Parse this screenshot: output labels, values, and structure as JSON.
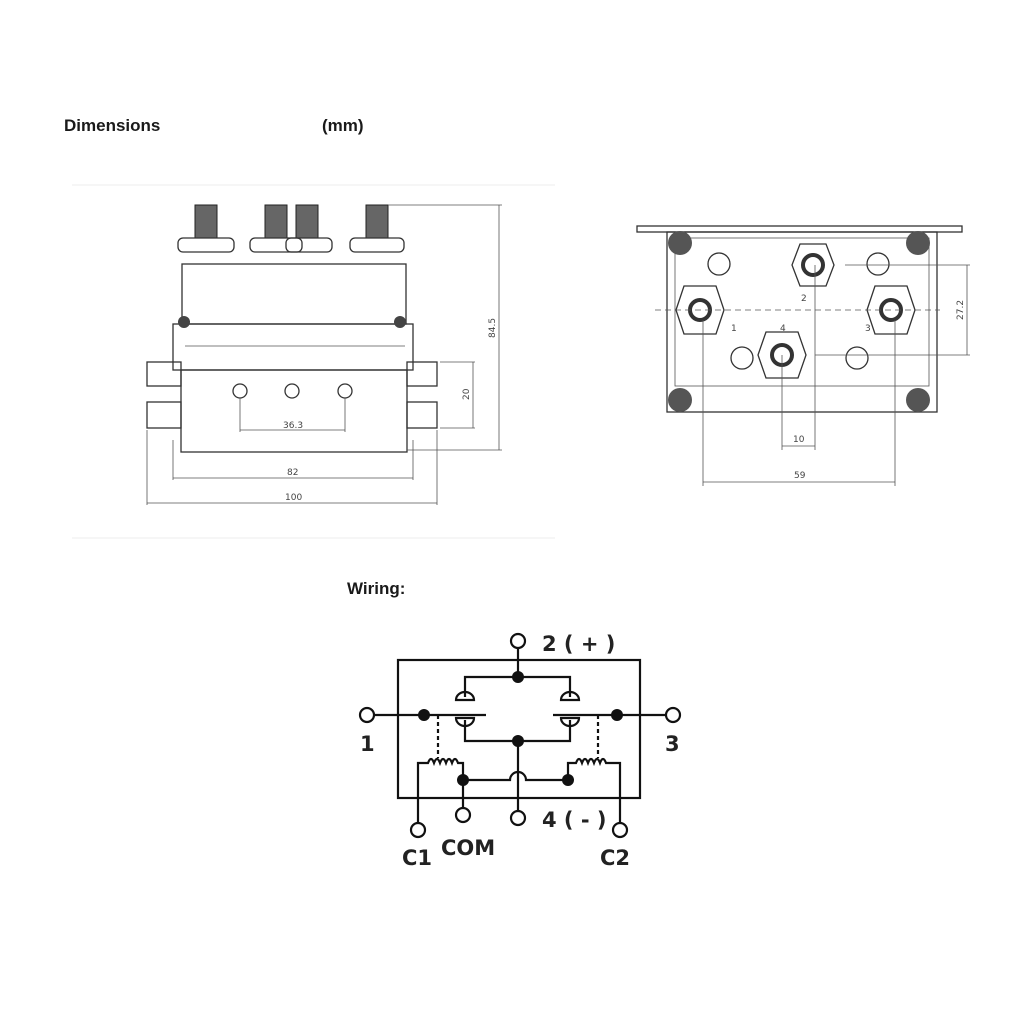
{
  "headings": {
    "dimensions": "Dimensions",
    "unit": "(mm)",
    "wiring": "Wiring:"
  },
  "side_view": {
    "height": "84.5",
    "mount_height": "20",
    "hole_spacing": "36.3",
    "body_width": "82",
    "total_width": "100"
  },
  "top_view": {
    "terminal_labels": [
      "1",
      "2",
      "3",
      "4"
    ],
    "vertical_offset": "27.2",
    "offset": "10",
    "terminal_spacing": "59"
  },
  "wiring": {
    "t2": "2 ( + )",
    "t4": "4 ( - )",
    "t1": "1",
    "t3": "3",
    "c1": "C1",
    "com": "COM",
    "c2": "C2"
  }
}
